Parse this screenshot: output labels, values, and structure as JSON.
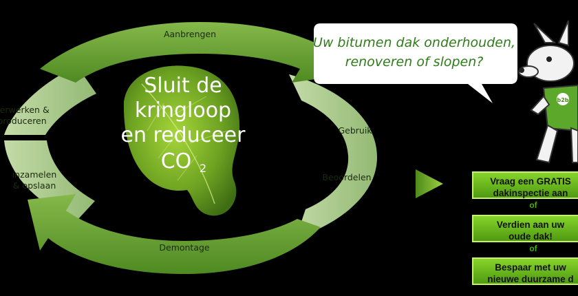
{
  "cycle": {
    "top": "Aanbrengen",
    "right_upper": "Gebruik",
    "right_lower": "Beoordelen",
    "bottom": "Demontage",
    "left_upper": [
      "verwerken &",
      "produceren"
    ],
    "left_lower": [
      "inzamelen",
      "& opslaan"
    ]
  },
  "center": {
    "line1": "Sluit de",
    "line2": "kringloop",
    "line3": "en reduceer",
    "line4": "CO",
    "line4_sub": "2"
  },
  "speech_bubble": {
    "line1": "Uw bitumen dak onderhouden,",
    "line2": "renoveren of slopen?"
  },
  "mascot": {
    "badge": "b2b"
  },
  "ctas": [
    {
      "line1": "Vraag een GRATIS",
      "line2": "dakinspectie aan"
    },
    {
      "line1": "Verdien aan uw",
      "line2": "oude dak!"
    },
    {
      "line1": "Bespaar met uw",
      "line2": "nieuwe duurzame d"
    }
  ],
  "separators": [
    "of",
    "of"
  ],
  "colors": {
    "dark_green": "#5a9a2a",
    "light_green": "#a9c98a",
    "cta_green": "#6cbf1e",
    "bubble_text": "#2f7d1a"
  }
}
